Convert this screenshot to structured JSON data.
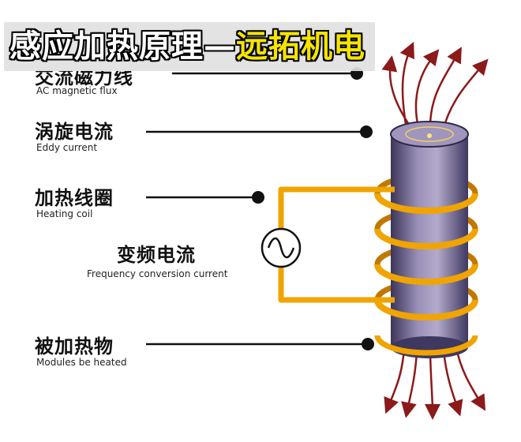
{
  "title": {
    "main": "感应加热原理",
    "separator": "—",
    "brand": "远拓机电"
  },
  "labels": {
    "ac_flux_cn": "交流磁力线",
    "ac_flux_en": "AC magnetic flux",
    "eddy_cn": "涡旋电流",
    "eddy_en": "Eddy current",
    "coil_cn": "加热线圈",
    "coil_en": "Heating coil",
    "freq_cn": "变频电流",
    "freq_en": "Frequency conversion current",
    "workpiece_cn": "被加热物",
    "workpiece_en": "Modules be heated"
  },
  "colors": {
    "title_text": "#ffffff",
    "brand_text": "#f5e400",
    "coil": "#f0a400",
    "coil_dark": "#c07800",
    "cylinder": "#8a7fa6",
    "flux_arrows": "#8b1a1a",
    "leader_lines": "#111111"
  },
  "icons": {
    "ac_source": "ac-source-icon"
  }
}
